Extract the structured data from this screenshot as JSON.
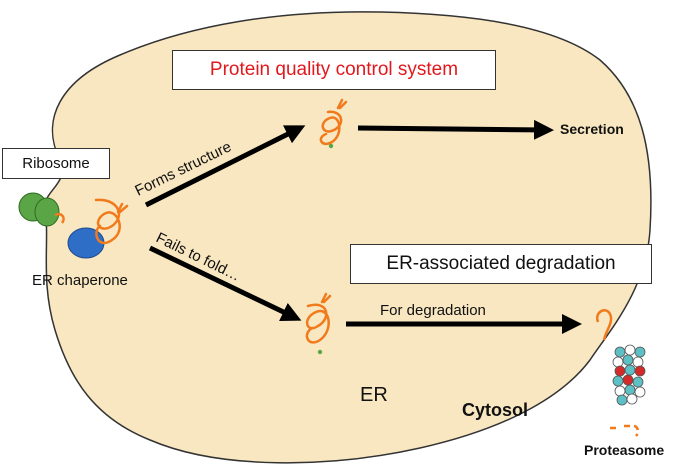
{
  "title": "Protein quality control system",
  "labels": {
    "ribosome": "Ribosome",
    "er_chaperone": "ER chaperone",
    "forms_structure": "Forms structure",
    "fails_to_fold": "Fails to fold…",
    "secretion": "Secretion",
    "erad": "ER-associated degradation",
    "for_degradation": "For degradation",
    "er": "ER",
    "cytosol": "Cytosol",
    "proteasome": "Proteasome"
  },
  "colors": {
    "er_fill": "#f8e7c0",
    "title_text": "#e0191e",
    "ribosome": "#5aa646",
    "chaperone": "#2f6ec6",
    "protein_chain": "#f07a1c",
    "proteasome_red": "#d32a2a",
    "proteasome_teal": "#5cc0c4",
    "arrow": "#000000"
  }
}
